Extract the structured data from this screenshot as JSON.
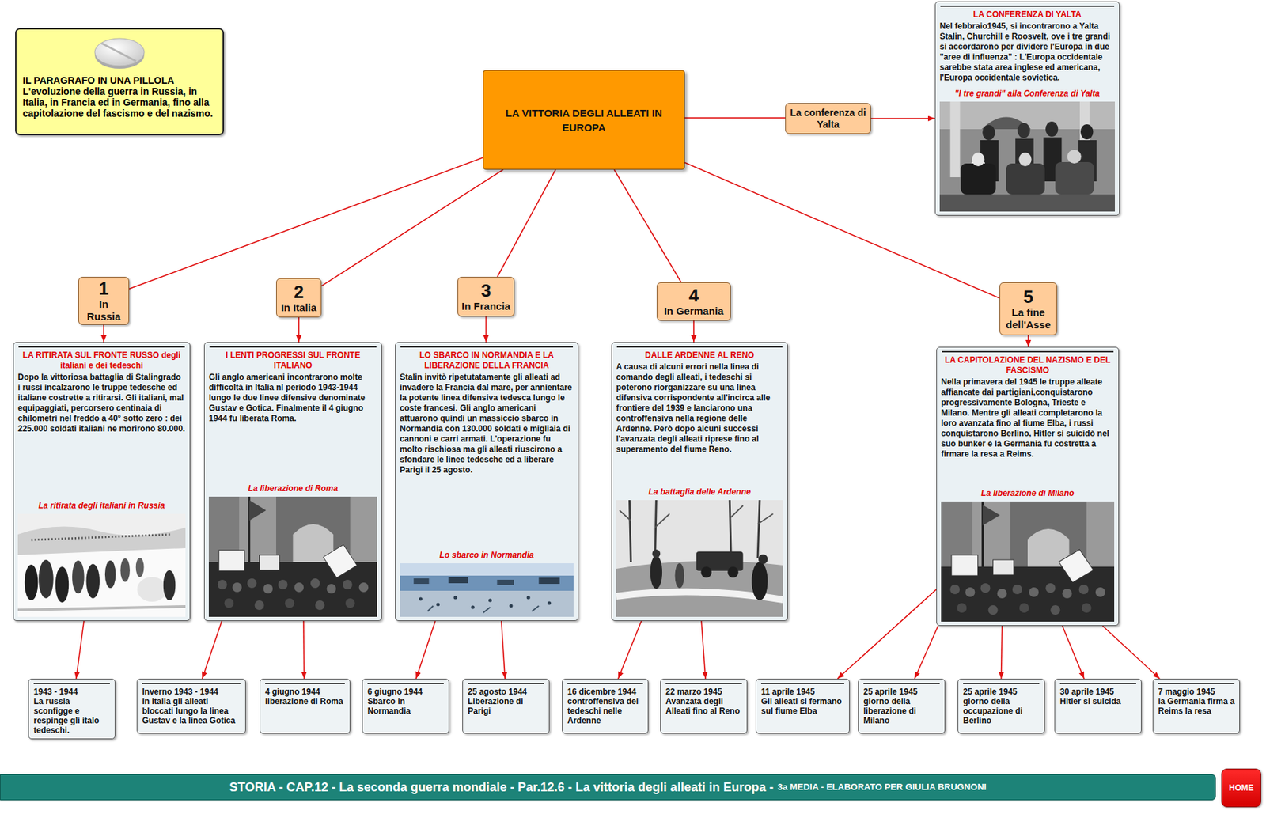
{
  "diagram": {
    "nodes": [
      {
        "text": [
          "IL PARAGRAFO IN UNA PILLOLA",
          "L'evoluzione della guerra in Russia, in Italia, in Francia ed in Germania, fino alla capitolazione del fascismo e del nazismo."
        ]
      },
      {
        "text": [
          "LA VITTORIA DEGLI ALLEATI IN EUROPA"
        ]
      },
      {
        "text": [
          "La conferenza di Yalta"
        ]
      },
      {
        "text": [
          "LA CONFERENZA DI YALTA",
          "Nel febbraio1945, si incontrarono a Yalta Stalin, Churchill e Roosvelt, ove i tre grandi si accordarono per dividere l'Europa in due \"aree di influenza\" : L'Europa occidentale sarebbe stata area inglese ed americana, l'Europa occidentale sovietica.",
          "\"I tre grandi\" alla Conferenza di Yalta"
        ]
      },
      {
        "text": [
          "1",
          "In Russia"
        ]
      },
      {
        "text": [
          "2",
          "In Italia"
        ]
      },
      {
        "text": [
          "3",
          "In Francia"
        ]
      },
      {
        "text": [
          "4",
          "In Germania"
        ]
      },
      {
        "text": [
          "5",
          "La fine dell'Asse"
        ]
      },
      {
        "text": [
          "LA RITIRATA SUL FRONTE RUSSO degli italiani e dei tedeschi",
          "Dopo la vittoriosa battaglia di Stalingrado i russi incalzarono le truppe tedesche ed italiane costrette a ritirarsi. Gli italiani, mal equipaggiati, percorsero centinaia di chilometri nel freddo a 40° sotto zero : dei 225.000 soldati italiani ne morirono 80.000.",
          "La ritirata degli italiani in Russia"
        ]
      },
      {
        "text": [
          "I LENTI PROGRESSI SUL FRONTE ITALIANO",
          "Gli anglo americani incontrarono molte difficoltà in Italia nl periodo 1943-1944 lungo le due linee difensive denominate Gustav e Gotica. Finalmente il 4 giugno 1944 fu liberata Roma.",
          "La liberazione di Roma"
        ]
      },
      {
        "text": [
          "LO SBARCO IN NORMANDIA E LA LIBERAZIONE DELLA FRANCIA",
          "Stalin invitò ripetutatamente gli alleati ad invadere la Francia dal mare, per annientare la potente linea difensiva tedesca lungo le coste francesi. Gli anglo americani attuarono quindi un massiccio sbarco in Normandia con 130.000 soldati e migliaia di cannoni e carri armati. L'operazione fu molto rischiosa ma gli alleati riuscirono a sfondare le linee tedesche ed a liberare Parigi il 25 agosto.",
          "Lo sbarco in Normandia"
        ]
      },
      {
        "text": [
          "DALLE ARDENNE AL RENO",
          "A causa di alcuni errori nella linea di comando degli alleati, i tedeschi si poterono riorganizzare su una linea difensiva corrispondente all'incirca alle frontiere del 1939 e lanciarono una controffensiva nella regione delle Ardenne. Però dopo alcuni successi l'avanzata degli alleati riprese fino al superamento del fiume Reno.",
          "La battaglia delle Ardenne"
        ]
      },
      {
        "text": [
          "LA CAPITOLAZIONE DEL NAZISMO E DEL FASCISMO",
          "Nella primavera del 1945 le truppe alleate affiancate dai partigiani,conquistarono progressivamente Bologna, Trieste e Milano. Mentre gli alleati completarono la loro avanzata fino al fiume Elba, i russi conquistarono Berlino, Hitler si suicidò nel suo bunker e la Germania fu costretta a firmare la resa a Reims.",
          "La liberazione di Milano"
        ]
      },
      {
        "text": [
          "1943 - 1944",
          "La russia sconfigge e respinge gli italo tedeschi."
        ]
      },
      {
        "text": [
          "Inverno 1943 - 1944",
          "In Italia gli alleati bloccati lungo la linea Gustav e la linea Gotica"
        ]
      },
      {
        "text": [
          "4 giugno 1944",
          "liberazione di Roma"
        ]
      },
      {
        "text": [
          "6 giugno 1944",
          "Sbarco in Normandia"
        ]
      },
      {
        "text": [
          "25 agosto 1944",
          "Liberazione di Parigi"
        ]
      },
      {
        "text": [
          "16 dicembre 1944",
          "controffensiva dei tedeschi nelle Ardenne"
        ]
      },
      {
        "text": [
          "22 marzo 1945",
          "Avanzata degli Alleati fino al Reno"
        ]
      },
      {
        "text": [
          "11 aprile 1945",
          "Gli alleati si fermano sul fiume Elba"
        ]
      },
      {
        "text": [
          "25 aprile 1945",
          "giorno della liberazione di Milano"
        ]
      },
      {
        "text": [
          "25 aprile 1945",
          "giorno della occupazione di Berlino"
        ]
      },
      {
        "text": [
          "30 aprile 1945",
          "Hitler si suicida"
        ]
      },
      {
        "text": [
          "7 maggio 1945",
          "la Germania firma a Reims la resa"
        ]
      },
      {
        "text": [
          "STORIA - CAP.12 - La seconda guerra mondiale - Par.12.6 - La vittoria degli alleati in Europa -",
          "3a MEDIA - ELABORATO PER GIULIA BRUGNONI"
        ]
      },
      {
        "text": [
          "HOME"
        ]
      }
    ],
    "edges": [
      {
        "from": 1,
        "to": 2,
        "arrow": "none"
      },
      {
        "from": 2,
        "to": 3,
        "arrow": "to"
      },
      {
        "from": 1,
        "to": 4,
        "arrow": "none"
      },
      {
        "from": 1,
        "to": 5,
        "arrow": "none"
      },
      {
        "from": 1,
        "to": 6,
        "arrow": "none"
      },
      {
        "from": 1,
        "to": 7,
        "arrow": "none"
      },
      {
        "from": 1,
        "to": 8,
        "arrow": "none"
      },
      {
        "from": 4,
        "to": 9,
        "arrow": "to"
      },
      {
        "from": 5,
        "to": 10,
        "arrow": "to"
      },
      {
        "from": 6,
        "to": 11,
        "arrow": "to"
      },
      {
        "from": 7,
        "to": 12,
        "arrow": "to"
      },
      {
        "from": 8,
        "to": 13,
        "arrow": "to"
      },
      {
        "from": 9,
        "to": 14,
        "arrow": "to"
      },
      {
        "from": 10,
        "to": 15,
        "arrow": "to"
      },
      {
        "from": 10,
        "to": 16,
        "arrow": "to"
      },
      {
        "from": 11,
        "to": 17,
        "arrow": "to"
      },
      {
        "from": 11,
        "to": 18,
        "arrow": "to"
      },
      {
        "from": 12,
        "to": 19,
        "arrow": "to"
      },
      {
        "from": 12,
        "to": 20,
        "arrow": "to"
      },
      {
        "from": 13,
        "to": 21,
        "arrow": "to"
      },
      {
        "from": 13,
        "to": 22,
        "arrow": "to"
      },
      {
        "from": 13,
        "to": 23,
        "arrow": "to"
      },
      {
        "from": 13,
        "to": 24,
        "arrow": "to"
      },
      {
        "from": 13,
        "to": 25,
        "arrow": "to"
      }
    ]
  }
}
